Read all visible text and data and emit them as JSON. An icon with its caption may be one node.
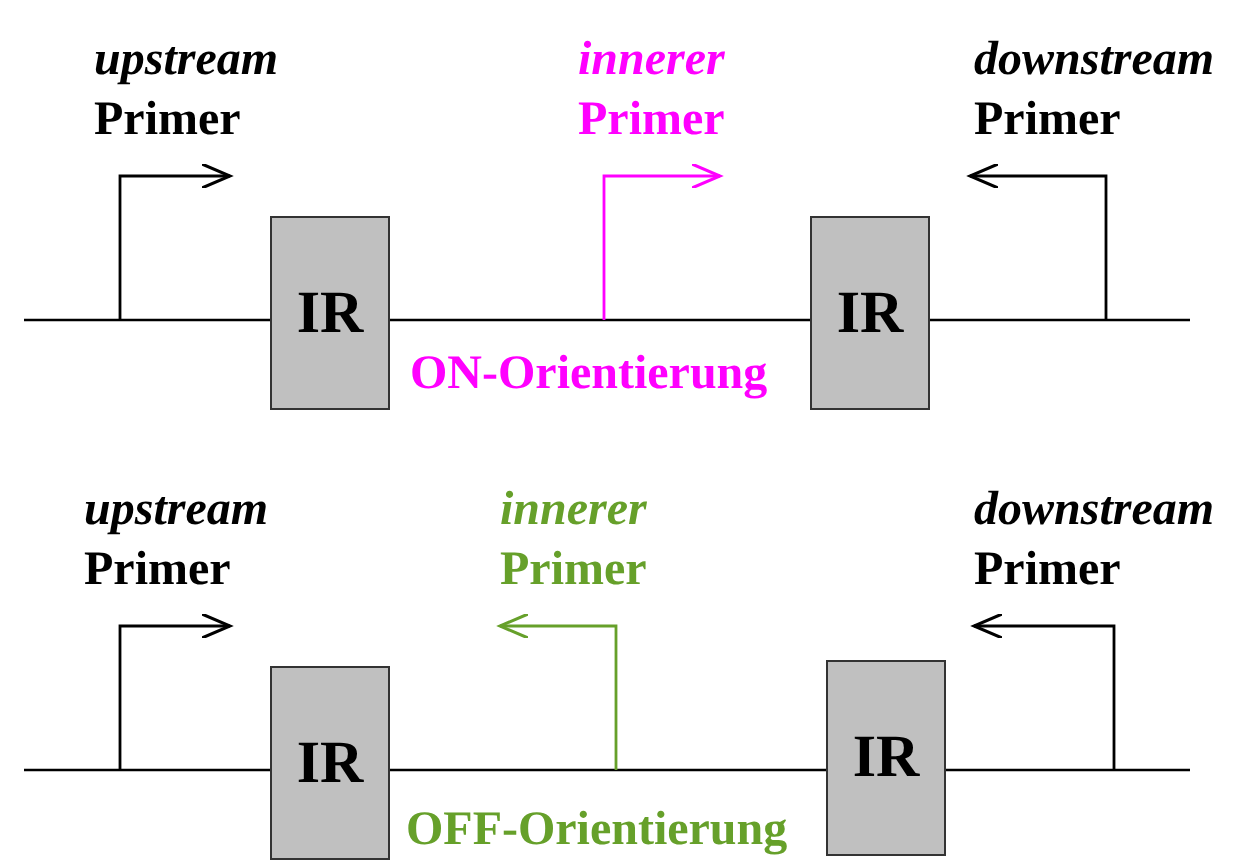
{
  "diagram": {
    "nodes": [
      {
        "text": [
          "IR"
        ]
      },
      {
        "text": [
          "IR"
        ]
      },
      {
        "text": [
          "IR"
        ]
      },
      {
        "text": [
          "IR"
        ]
      }
    ],
    "labels": [
      "*upstream* Primer",
      "*innerer* Primer",
      "*downstream* Primer",
      "ON-Orientierung",
      "*upstream* Primer",
      "*innerer* Primer",
      "*downstream* Primer",
      "OFF-Orientierung"
    ]
  }
}
